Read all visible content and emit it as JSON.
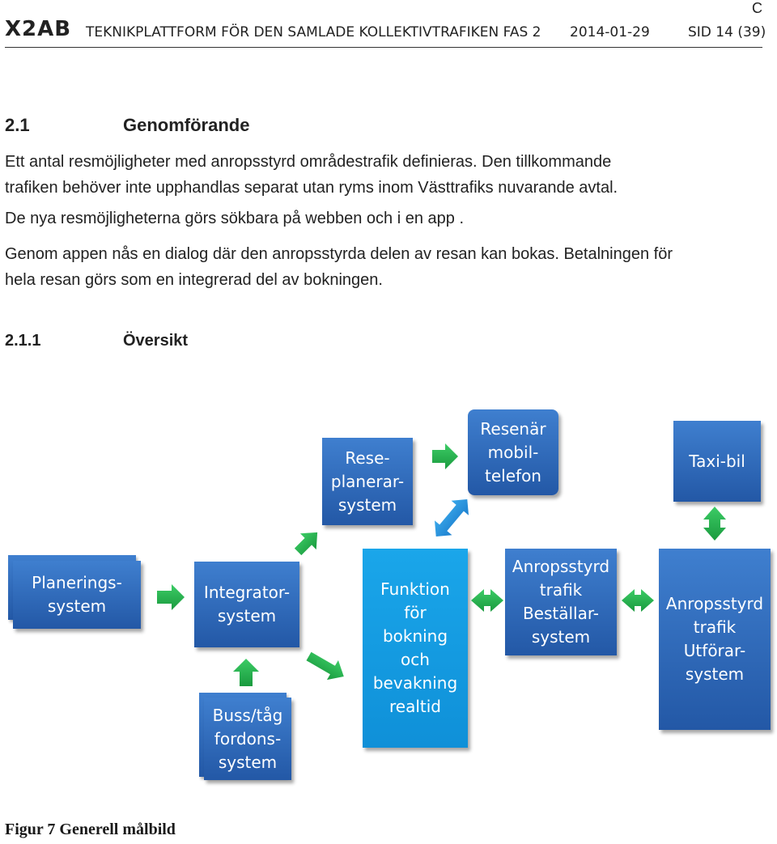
{
  "header": {
    "logo": "X2AB",
    "title": "TEKNIKPLATTFORM FÖR DEN SAMLADE KOLLEKTIVTRAFIKEN FAS 2",
    "date": "2014-01-29",
    "page": "SID 14 (39)",
    "corner_mark": "C"
  },
  "section": {
    "number": "2.1",
    "title": "Genomförande"
  },
  "paragraphs": [
    "Ett antal resmöjligheter med anropsstyrd områdestrafik definieras. Den tillkommande\ntrafiken behöver inte upphandlas separat utan ryms inom Västtrafiks nuvarande avtal.",
    "De nya resmöjligheterna görs sökbara på webben och i en app .",
    "Genom appen nås en dialog där den anropsstyrda delen av resan kan bokas. Betalningen för\nhela resan görs som en integrerad del av bokningen."
  ],
  "subsection": {
    "number": "2.1.1",
    "title": "Översikt"
  },
  "diagram": {
    "arrow_color": "#22b04a",
    "box_color": "#2e6bbd",
    "highlight_box_color": "#15a0e4",
    "boxes": {
      "planering": "Planerings-\nsystem",
      "integrator": "Integrator-\nsystem",
      "buss": "Buss/tåg\nfordons-\nsystem",
      "reseplanerar": "Rese-\nplanerar-\nsystem",
      "resenar": "Resenär\nmobil-\ntelefon",
      "funktion": "Funktion\nför\nbokning\noch\nbevakning\nrealtid",
      "bestallar": "Anropsstyrd\ntrafik\nBeställar-\nsystem",
      "taxi": "Taxi-bil",
      "utforar": "Anropsstyrd\ntrafik\nUtförar-\nsystem"
    }
  },
  "caption": "Figur 7 Generell målbild"
}
